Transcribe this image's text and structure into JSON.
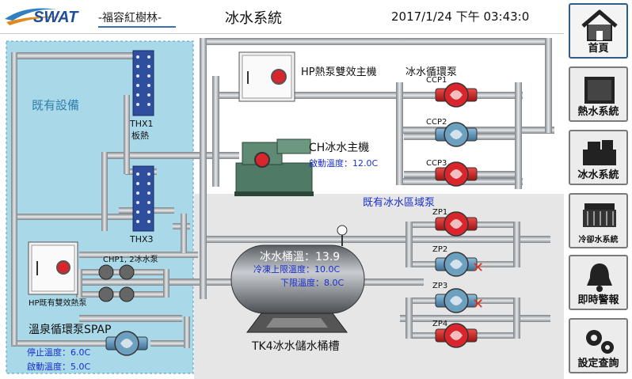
{
  "header": {
    "logo_text": "SWAT",
    "site": "-福容紅樹林-",
    "title": "冰水系統",
    "datetime": "2017/1/24 下午 03:43:0"
  },
  "nav": [
    {
      "label": "首頁",
      "icon": "home-icon"
    },
    {
      "label": "熱水系統",
      "icon": "water-heater-icon"
    },
    {
      "label": "冰水系統",
      "icon": "chiller-icon"
    },
    {
      "label": "冷卻水系統",
      "icon": "cooling-tower-icon"
    },
    {
      "label": "即時警報",
      "icon": "alarm-bell-icon"
    },
    {
      "label": "設定查詢",
      "icon": "gears-icon"
    }
  ],
  "diagram": {
    "existing_equipment": "既有設備",
    "thx1": "THX1",
    "thx1_type": "板熱",
    "thx3": "THX3",
    "hp_dual": "HP熱泵雙效主機",
    "chw_pump": "冰水循環泵",
    "ccp1": "CCP1",
    "ccp2": "CCP2",
    "ccp3": "CCP3",
    "ch_main": "CH冰水主機",
    "start_temp": "啟動溫度：12.0C",
    "zone_pumps": "既有冰水區域泵",
    "zp1": "ZP1",
    "zp2": "ZP2",
    "zp3": "ZP3",
    "zp4": "ZP4",
    "chp": "CHP1, 2冰水泵",
    "hp_existing": "HP既有雙效熱泵",
    "tank_temp": "冰水桶溫：13.9",
    "upper_limit": "冷凍上限溫度：10.0C",
    "lower_limit": "下限溫度：8.0C",
    "tank_name": "TK4冰水儲水桶槽",
    "spap": "溫泉循環泵SPAP",
    "stop_temp": "停止溫度：6.0C",
    "start_temp2": "啟動溫度：5.0C"
  },
  "colors": {
    "panel": "#a9d8e8",
    "pipe": "#9aa0a6",
    "hx": "#2f4f9e",
    "pump_on": "#d8262c",
    "pump_off": "#5b8fb0",
    "fault": "#e0301e"
  }
}
